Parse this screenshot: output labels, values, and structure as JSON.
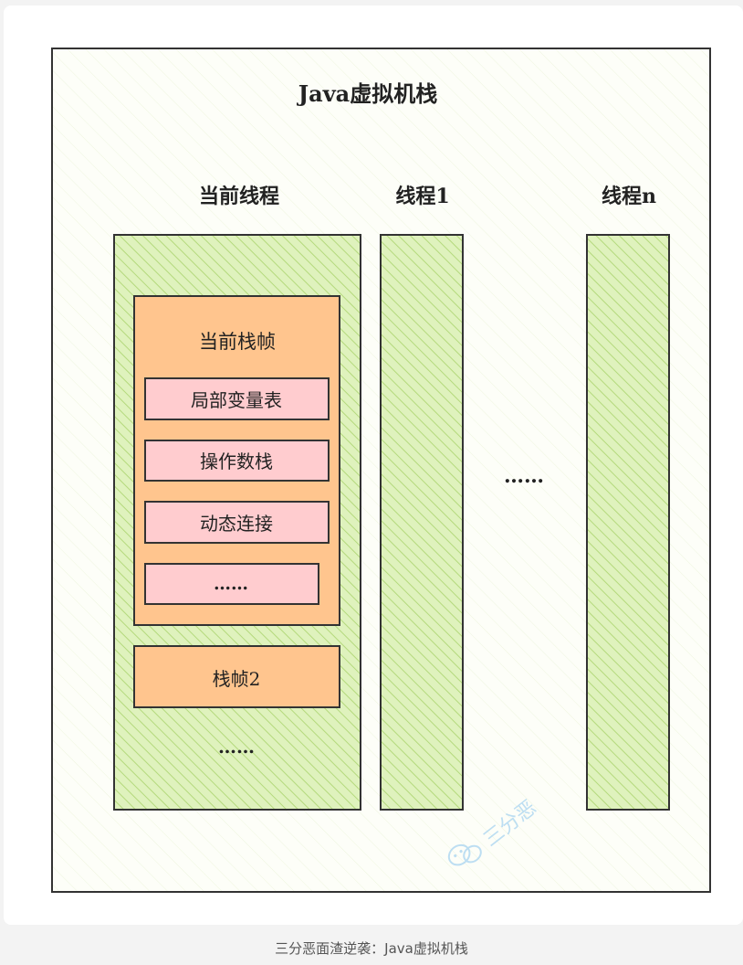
{
  "colors": {
    "outer_fill": "#fcfdf5",
    "thread_fill": "#d8efb0",
    "thread_hatch": "#b8dc84",
    "frame_fill": "#ffc58e",
    "slot_fill": "#ffcccf",
    "stroke": "#333333",
    "watermark": "#a8d4f0"
  },
  "diagram": {
    "title": "Java虚拟机栈",
    "threads": {
      "current_label": "当前线程",
      "thread1_label": "线程1",
      "threadn_label": "线程n",
      "between_ellipsis": "……"
    },
    "current_frame": {
      "label": "当前栈帧",
      "slots": [
        "局部变量表",
        "操作数栈",
        "动态连接",
        "……"
      ]
    },
    "frame2_label": "栈帧2",
    "frames_ellipsis": "……"
  },
  "watermark": {
    "text": "三分恶",
    "icon": "wechat-icon"
  },
  "caption": "三分恶面渣逆袭：Java虚拟机栈"
}
